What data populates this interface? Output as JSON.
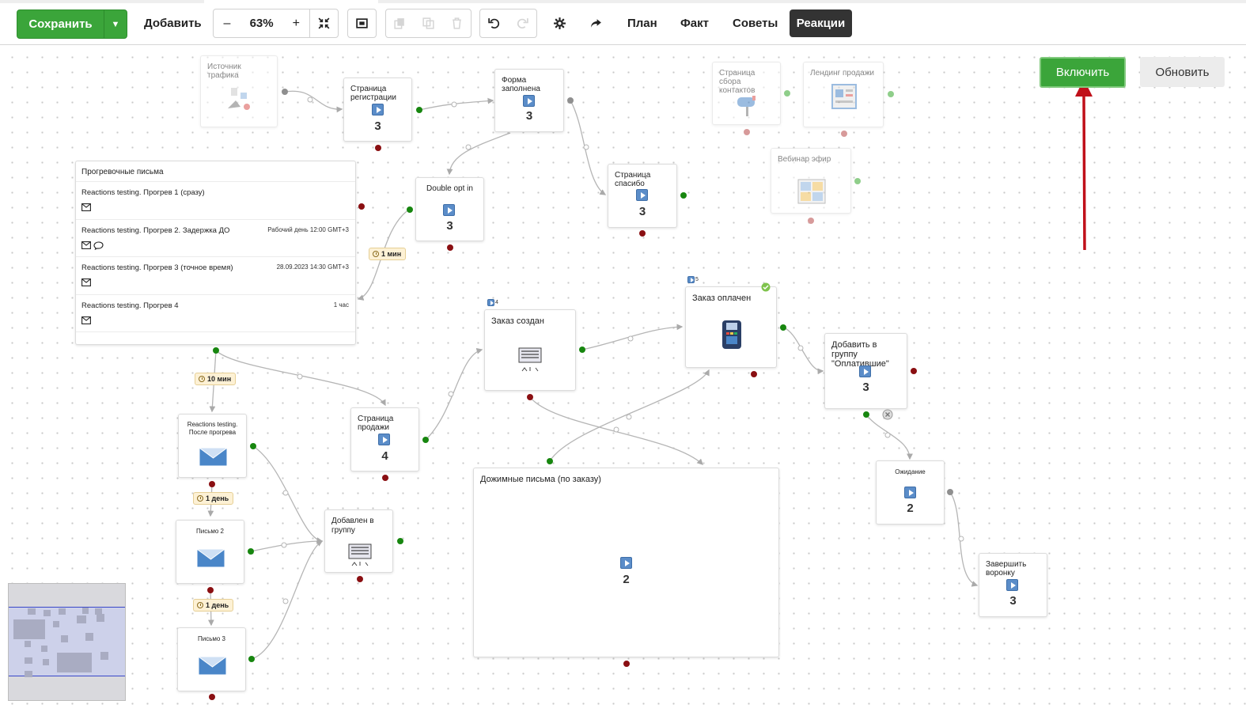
{
  "toolbar": {
    "save_label": "Сохранить",
    "add_label": "Добавить",
    "zoom_minus": "–",
    "zoom_plus": "+",
    "zoom_value": "63%",
    "plan_label": "План",
    "fact_label": "Факт",
    "tips_label": "Советы",
    "reactions_label": "Реакции",
    "icons": [
      "fit-screen-icon",
      "frame-icon",
      "copy-icon",
      "duplicate-icon",
      "trash-icon",
      "undo-icon",
      "redo-icon",
      "gear-icon",
      "share-icon"
    ]
  },
  "actions": {
    "enable_label": "Включить",
    "refresh_label": "Обновить",
    "accent": "#3ba53a",
    "arrow_color": "#c0101a"
  },
  "nodes": {
    "traffic_source": {
      "title": "Источник трафика"
    },
    "registration_page": {
      "title": "Страница регистрации",
      "count": "3"
    },
    "form_filled": {
      "title": "Форма заполнена",
      "count": "3"
    },
    "double_opt_in": {
      "title": "Double opt in",
      "count": "3"
    },
    "thanks_page": {
      "title": "Страница спасибо",
      "count": "3"
    },
    "contacts_page": {
      "title": "Страница сбора контактов"
    },
    "sales_landing": {
      "title": "Лендинг продажи"
    },
    "webinar": {
      "title": "Вебинар эфир"
    },
    "order_created": {
      "title": "Заказ создан",
      "badge": "4"
    },
    "order_paid": {
      "title": "Заказ оплачен",
      "badge": "5"
    },
    "add_to_paid_group": {
      "title": "Добавить в группу \"Оплатившие\"",
      "count": "3"
    },
    "after_warmup": {
      "title": "Reactions testing. После прогрева"
    },
    "sales_page": {
      "title": "Страница продажи",
      "count": "4"
    },
    "added_to_group": {
      "title": "Добавлен в группу"
    },
    "letter2": {
      "title": "Письмо 2"
    },
    "letter3": {
      "title": "Письмо 3"
    },
    "order_followups": {
      "title": "Дожимные письма (по заказу)",
      "count": "2"
    },
    "waiting": {
      "title": "Ожидание",
      "count": "2"
    },
    "finish_funnel": {
      "title": "Завершить воронку",
      "count": "3"
    }
  },
  "warmup": {
    "title": "Прогревочные письма",
    "rows": [
      {
        "title": "Reactions testing. Прогрев 1 (сразу)",
        "meta": ""
      },
      {
        "title": "Reactions testing. Прогрев 2. Задержка ДО",
        "meta": "Рабочий день 12:00 GMT+3"
      },
      {
        "title": "Reactions testing. Прогрев 3 (точное время)",
        "meta": "28.09.2023 14:30 GMT+3"
      },
      {
        "title": "Reactions testing. Прогрев 4",
        "meta": "1 час"
      }
    ]
  },
  "delays": {
    "d1": "1 мин",
    "d2": "10 мин",
    "d3": "1 день",
    "d4": "1 день"
  }
}
